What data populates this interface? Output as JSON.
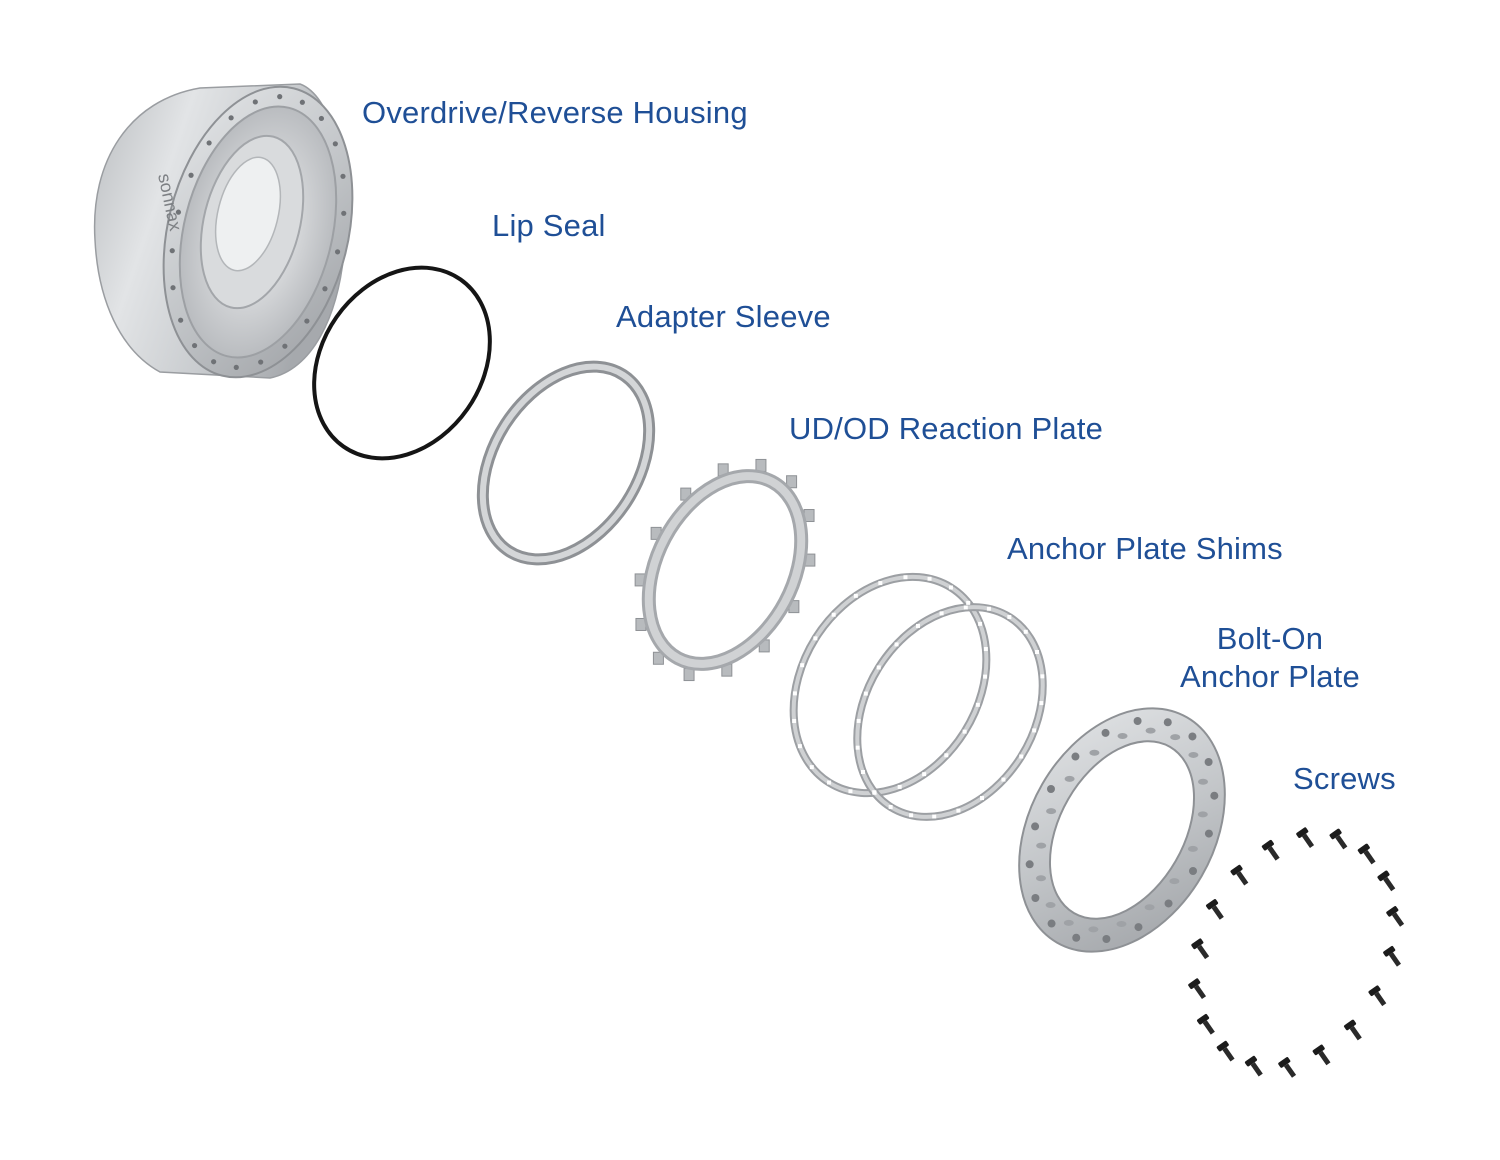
{
  "labels": {
    "housing": "Overdrive/Reverse Housing",
    "lip_seal": "Lip Seal",
    "adapter_sleeve": "Adapter Sleeve",
    "reaction_plate": "UD/OD Reaction Plate",
    "anchor_shims": "Anchor Plate Shims",
    "anchor_plate_line1": "Bolt-On",
    "anchor_plate_line2": "Anchor Plate",
    "screws": "Screws"
  },
  "housing_brand": "sonnax",
  "colors": {
    "label": "#1f4f96",
    "metal": "#c9cbce",
    "metal_dark": "#8e9195",
    "seal": "#151515",
    "screw": "#1c1c1c"
  },
  "screw_count": 18
}
